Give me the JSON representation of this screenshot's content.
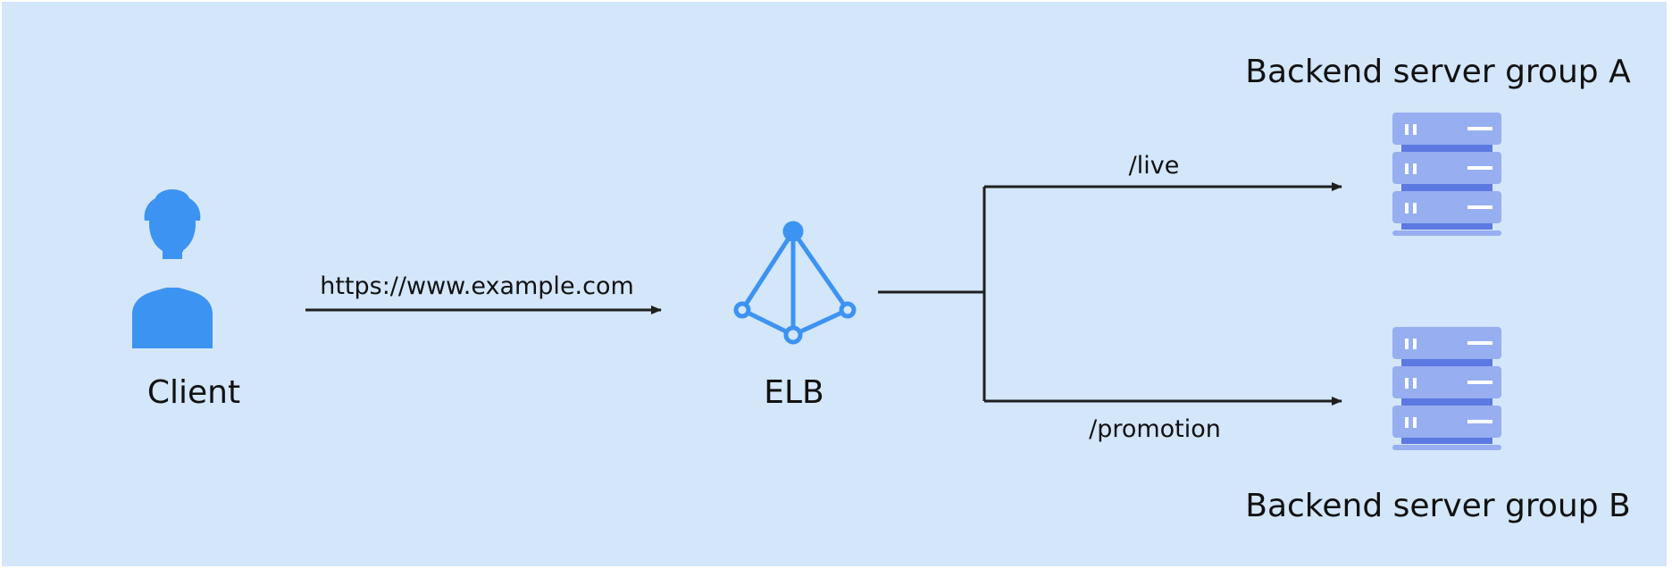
{
  "diagram": {
    "client": {
      "label": "Client"
    },
    "request": {
      "url": "https://www.example.com"
    },
    "elb": {
      "label": "ELB"
    },
    "routes": [
      {
        "path": "/live"
      },
      {
        "path": "/promotion"
      }
    ],
    "groups": [
      {
        "label": "Backend server group A"
      },
      {
        "label": "Backend server group B"
      }
    ]
  },
  "colors": {
    "background": "#d3e6fa",
    "client_icon": "#3d93f2",
    "elb_icon": "#3d93f2",
    "server_icon": "#97aef1",
    "server_band": "#5b79e0",
    "server_mark": "#ffffff",
    "connector": "#1f1f1f"
  }
}
